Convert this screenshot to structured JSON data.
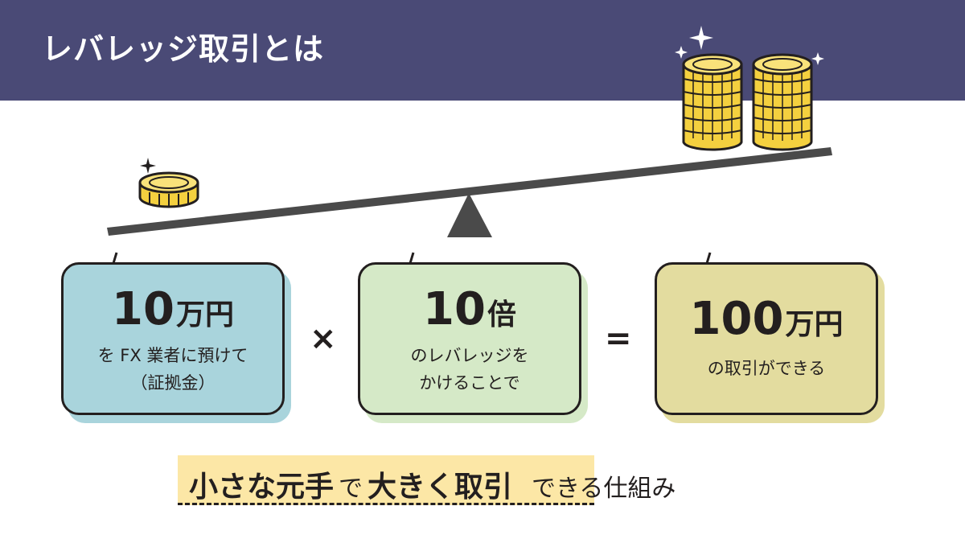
{
  "title": "レバレッジ取引とは",
  "cards": [
    {
      "number": "10",
      "unit": "万円",
      "lines": [
        "を FX 業者に預けて",
        "（証拠金）"
      ]
    },
    {
      "number": "10",
      "unit": "倍",
      "lines": [
        "のレバレッジを",
        "かけることで"
      ]
    },
    {
      "number": "100",
      "unit": "万円",
      "lines": [
        "の取引ができる"
      ]
    }
  ],
  "operators": {
    "multiply": "×",
    "equals": "="
  },
  "bottom": {
    "part1": "小さな元手",
    "part2": "で",
    "part3": "大きく取引",
    "part4": "できる仕組み"
  },
  "colors": {
    "header": "#4a4a76",
    "card1": "#a9d4dc",
    "card2": "#d5e9c7",
    "card3": "#e3dc9f",
    "highlight": "#fce7a6",
    "coin": "#f4d03f"
  }
}
